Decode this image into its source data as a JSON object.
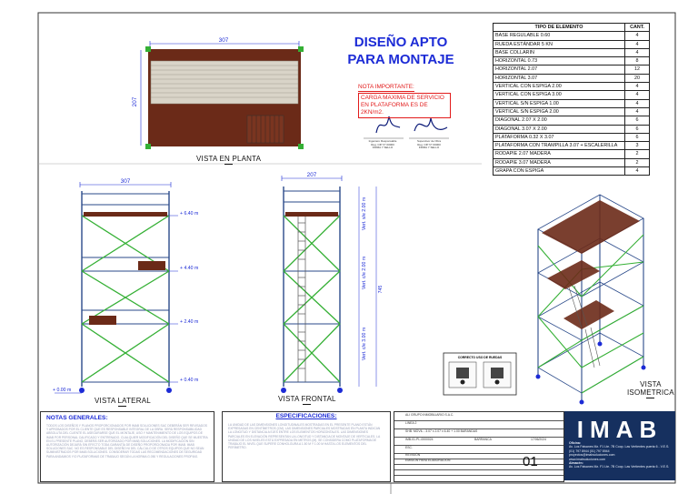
{
  "title_line1": "DISEÑO APTO",
  "title_line2": "PARA MONTAJE",
  "note": {
    "heading": "NOTA IMPORTANTE:",
    "body": "CARGA MAXIMA DE SERVICIO EN PLATAFORMA ES DE 2KN/m2."
  },
  "signatures": [
    {
      "caption": "Ingeniero Responsable\nReg. CIP N° 00000\nFIRMA Y SELLO"
    },
    {
      "caption": "Supervisor de Obra\nReg. CIP N° 00000\nFIRMA Y SELLO"
    }
  ],
  "bom": {
    "header_item": "TIPO DE ELEMENTO",
    "header_qty": "CANT.",
    "rows": [
      {
        "item": "BASE REGULABLE 0.60",
        "qty": "4"
      },
      {
        "item": "RUEDA ESTÁNDAR 5 KN",
        "qty": "4"
      },
      {
        "item": "BASE COLLARIN",
        "qty": "4"
      },
      {
        "item": "HORIZONTAL 0.73",
        "qty": "8"
      },
      {
        "item": "HORIZONTAL 2.07",
        "qty": "12"
      },
      {
        "item": "HORIZONTAL 3.07",
        "qty": "20"
      },
      {
        "item": "VERTICAL CON ESPIGA 2.00",
        "qty": "4"
      },
      {
        "item": "VERTICAL CON ESPIGA 3.00",
        "qty": "4"
      },
      {
        "item": "VERTICAL S/N ESPIGA 1.00",
        "qty": "4"
      },
      {
        "item": "VERTICAL S/N ESPIGA 2.00",
        "qty": "4"
      },
      {
        "item": "DIAGONAL 2.07 X 2.00",
        "qty": "6"
      },
      {
        "item": "DIAGONAL 3.07 X 2.00",
        "qty": "6"
      },
      {
        "item": "PLATAFORMA 0.32 X 3.07",
        "qty": "6"
      },
      {
        "item": "PLATAFORMA CON TRAMPILLA 3.07 + ESCALERILLA",
        "qty": "3"
      },
      {
        "item": "RODAPIE 2.07 MADERA",
        "qty": "2"
      },
      {
        "item": "RODAPIE 3.07 MADERA",
        "qty": "2"
      },
      {
        "item": "GRAPA CON ESPIGA",
        "qty": "4"
      }
    ]
  },
  "views": {
    "plan": "VISTA EN PLANTA",
    "lateral": "VISTA LATERAL",
    "frontal": "VISTA FRONTAL",
    "isometric_line1": "VISTA",
    "isometric_line2": "ISOMETRICA"
  },
  "dims": {
    "plan_width": "307",
    "plan_depth": "207",
    "lateral_width": "307",
    "frontal_width": "207",
    "vert_top": "Vert. s/e 2.00 m",
    "vert_mid": "Vert. c/e 2.00 m",
    "vert_bot": "Vert. c/e 3.00 m",
    "total_height": "745"
  },
  "levels": [
    "+ 6.40 m",
    "+ 4.40 m",
    "+ 2.40 m",
    "+ 0.40 m",
    "+ 0.00 m"
  ],
  "safety_sign_title": "CORRECTO USO DE RUEDAS",
  "notes": {
    "title": "NOTAS GENERALES:",
    "text": "TODOS LOS DISEÑOS Y PLANOS PROPORCIONADOS POR IMAB SOLUCIONES SAC DEBERÁN SER REVISADOS Y APROBADOS POR EL CLIENTE QUE ES RESPONSABLE INTEGRAL DE LA OBRA. SERÁ RESPONSABILIDAD ABSOLUTA DEL CLIENTE EL ASEGURARSE QUE EL MONTAJE, USO Y MANTENIMIENTO DE LOS EQUIPOS DE IMAB POR PERSONAL CALIFICADO Y ENTRENADO. CUALQUIER MODIFICACIÓN DEL DISEÑO QUE SE MUESTRA EN EL PRESENTE PLANO, DEBERÁ SER AUTORIZADO POR IMAB SOLUCIONES. LA MODIFICACIÓN SIN AUTORIZACIÓN DEJARÁ SIN EFECTO TODA GARANTÍA DE DISEÑO PROPORCIONADA POR IMAB. IMAB SOLUCIONES SAC. NO ES RESPONSABLE DEL DISEÑO NI DEL CÁLCULO DE OTROS EQUIPOS QUE NO SEAN SUMINISTRADOS POR IMAB SOLUCIONES. CONSIDERAR TODAS LAS RECOMENDACIONES DE SEGURIDAD PARA ANDAMIOS Y/O PLATAFORMAS DE TRABAJO SEGÚN LA NORMA G.050 Y REGULACIONES PROPIAS."
  },
  "specs": {
    "title": "ESPECIFICACIONES:",
    "text": "LA UNIDAD DE LAS DIMENSIONES LONGITUDINALES MOSTRADAS EN EL PRESENTE PLANO ESTÁN EXPRESADAS EN CENTÍMETROS (CM). LAS DIMENSIONES PARCIALES MOSTRADAS EN PLANTA INDICAN LA LONGITUD Y DISTANCIA A EJES ENTRE LOS ELEMENTOS HORIZONTALES. LAS DIMENSIONES PARCIALES EN ELEVACIÓN REPRESENTAN LA LONGITUD Y DISTANCIA DE MONTAJE DE VERTICALES. LA UNIDAD DE LOS NIVELES ESTÁ EXPRESADA EN METROS (M). SE CONSIDERA COMO PLATAFORMA DE TRABAJO EL NIVEL QUE SUPERE CONHOLGURA A 1.50 M Y 1.00 M HASTA LOS ELEMENTOS DEL PERÍMETRO."
  },
  "title_block": {
    "client": "ALI GRUPO INMOBILIARIO S.A.C.",
    "project": "LINEA 2",
    "description": "SHB. MOVIL - 3.07 x 2.07 x 6.40 + 1.00 BARANDAS",
    "plan_code": "IMB-01-PL-0000024",
    "location": "BARRANCA",
    "date": "17/06/2024",
    "scale": "ESC.",
    "sheet": "01",
    "revision": "REVISIÓN",
    "revision_desc": "EMISION PARA ELABORACION"
  },
  "logo": {
    "name": "IMAB",
    "office_label": "Oficina:",
    "office": "Av. Los Faisanes Mz. F1 Lte. 7B Coop. Las Vertientes puerta 6 - V.E.S.",
    "phones": "(01) 797 8944  (01) 797 8944",
    "email": "proyectos@imabsoluciones.com",
    "web": "www.imabsoluciones.com",
    "warehouse_label": "Almacén:",
    "warehouse": "Av. Los Faisanes Mz. F1 Lte. 7B Coop. Las Vertientes puerta 6 - V.E.S."
  },
  "colors": {
    "frame": "#2a4a8a",
    "diagonal": "#35b035",
    "deck": "#6b2a18",
    "dimension": "#1c2bd6",
    "logo_bg": "#16305f"
  }
}
